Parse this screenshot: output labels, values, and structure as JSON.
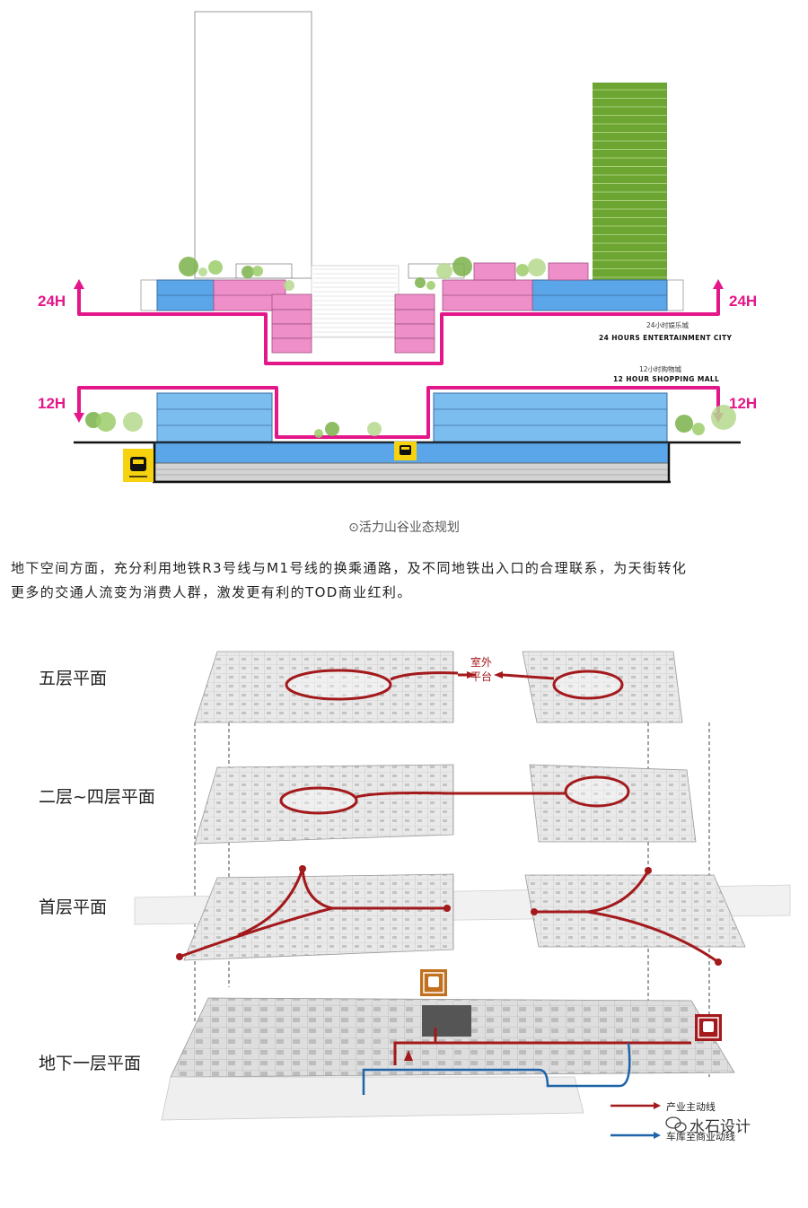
{
  "section_diagram": {
    "labels": {
      "left_24h": "24H",
      "right_24h": "24H",
      "left_12h": "12H",
      "right_12h": "12H"
    },
    "entertainment_cn": "24小时娱乐城",
    "entertainment_en": "24 HOURS ENTERTAINMENT CITY",
    "mall_cn": "12小时购物城",
    "mall_en": "12 HOUR SHOPPING MALL",
    "colors": {
      "magenta_path": "#e4178a",
      "blue_block": "#5aa6e8",
      "pink_block": "#ee8fc9",
      "green_tower": "#6da533",
      "metro_yellow": "#f6d20f"
    },
    "icons": [
      "metro-icon",
      "tree-icon"
    ]
  },
  "caption": "⊙活力山谷业态规划",
  "paragraph": {
    "line1": "地下空间方面，充分利用地铁R3号线与M1号线的换乘通路，及不同地铁出入口的合理联系，为天街转化",
    "line2": "更多的交通人流变为消费人群，激发更有利的TOD商业红利。"
  },
  "floor_plan": {
    "floors": [
      {
        "label": "五层平面"
      },
      {
        "label": "二层~四层平面"
      },
      {
        "label": "首层平面"
      },
      {
        "label": "地下一层平面"
      }
    ],
    "outdoor_platform_line1": "室外",
    "outdoor_platform_line2": "平台",
    "legend": {
      "red_label": "产业主动线",
      "blue_label": "车库至商业动线",
      "red_color": "#a3191c",
      "blue_color": "#1f63a8"
    },
    "watermark": "水石设计",
    "icons": [
      "metro-orange-icon",
      "metro-red-icon",
      "wechat-icon"
    ]
  }
}
